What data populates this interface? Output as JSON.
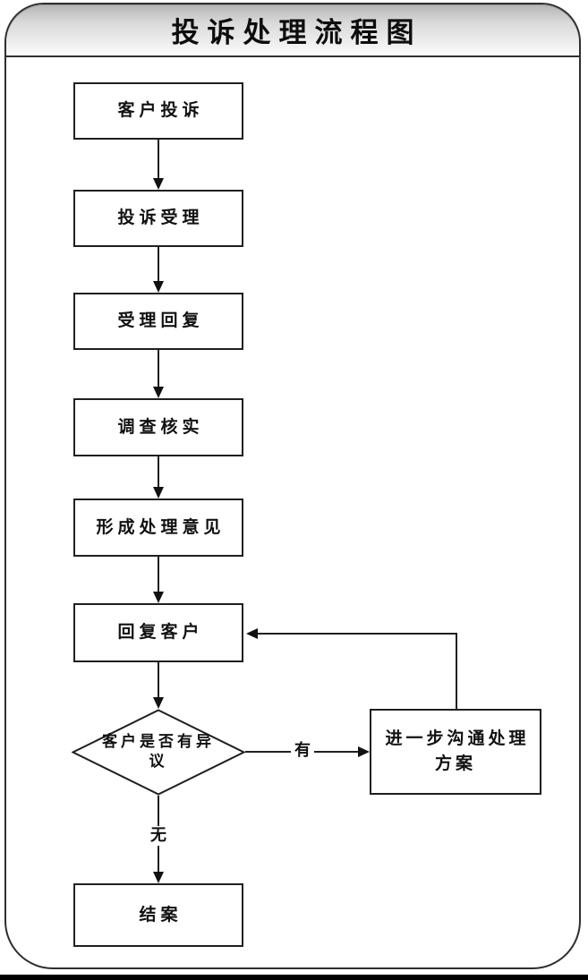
{
  "title": "投诉处理流程图",
  "nodes": {
    "customer_complaint": "客户投诉",
    "complaint_acceptance": "投诉受理",
    "acceptance_reply": "受理回复",
    "investigation": "调查核实",
    "form_opinion": "形成处理意见",
    "reply_customer": "回复客户",
    "decision_objection": "客户是否有异议",
    "further_communication": "进一步沟通处理方案",
    "close_case": "结案"
  },
  "edge_labels": {
    "has_objection": "有",
    "no_objection": "无"
  },
  "colors": {
    "line": "#1f1f1f",
    "banner_gradient_top": "#b4b4b4",
    "banner_gradient_bottom": "#fbfbfb",
    "background": "#ffffff",
    "text": "#111111"
  }
}
